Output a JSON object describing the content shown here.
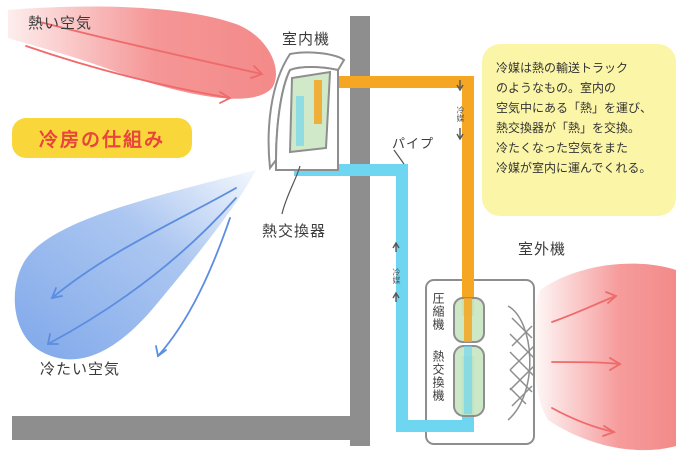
{
  "title": "冷房の仕組み",
  "labels": {
    "hot_air_in": "熱い空気",
    "indoor_unit": "室内機",
    "pipe": "パイプ",
    "heat_exchanger_indoor": "熱交換器",
    "cold_air": "冷たい空気",
    "outdoor_unit": "室外機",
    "compressor": "圧縮機",
    "heat_exchanger_outdoor": "熱交換機",
    "refrigerant_down": "冷媒",
    "refrigerant_up": "冷媒"
  },
  "note_lines": [
    "冷媒は熱の輸送トラック",
    "のようなもの。室内の",
    "空気中にある「熱」を運び、",
    "熱交換器が「熱」を交換。",
    "冷たくなった空気をまた",
    "冷媒が室内に運んでくれる。"
  ],
  "colors": {
    "hot": "#f07575",
    "cold": "#6a9be0",
    "pipe_warm": "#f5a623",
    "pipe_cold": "#6fd6f2",
    "wall": "#8e8e8e",
    "note_bg": "#fbf5a8",
    "badge_bg": "#f9d63a",
    "badge_text": "#e8453c"
  }
}
